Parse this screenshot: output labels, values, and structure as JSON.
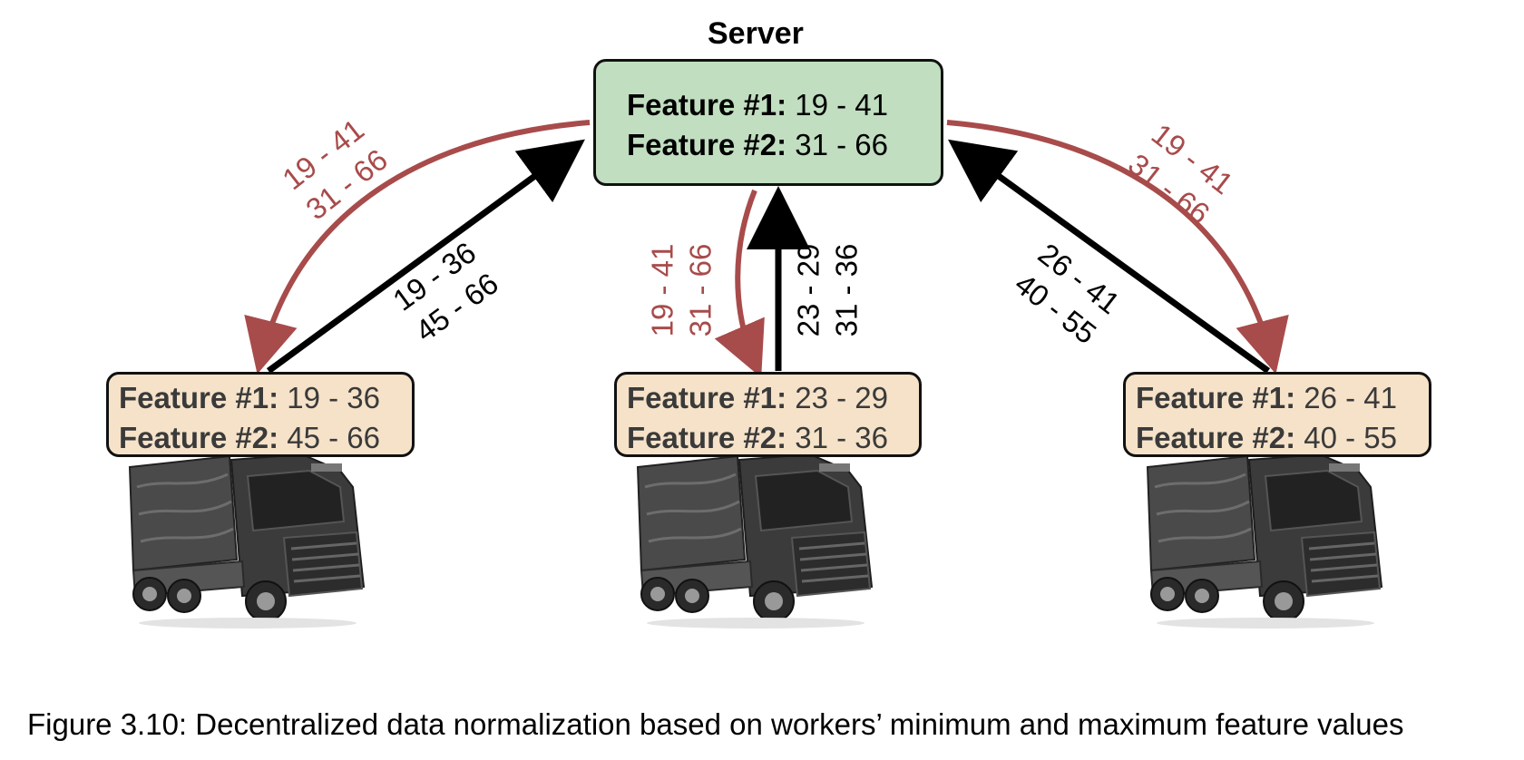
{
  "server": {
    "title": "Server",
    "features": [
      {
        "label": "Feature #1:",
        "range": "19 - 41"
      },
      {
        "label": "Feature #2:",
        "range": "31 - 66"
      }
    ]
  },
  "workers": [
    {
      "features": [
        {
          "label": "Feature #1:",
          "range": "19 - 36"
        },
        {
          "label": "Feature #2:",
          "range": "45 - 66"
        }
      ],
      "upload": [
        "19 - 36",
        "45 - 66"
      ],
      "download": [
        "19 - 41",
        "31 - 66"
      ]
    },
    {
      "features": [
        {
          "label": "Feature #1:",
          "range": "23 - 29"
        },
        {
          "label": "Feature #2:",
          "range": "31 - 36"
        }
      ],
      "upload": [
        "23 - 29",
        "31 - 36"
      ],
      "download": [
        "19 - 41",
        "31 - 66"
      ]
    },
    {
      "features": [
        {
          "label": "Feature #1:",
          "range": "26 - 41"
        },
        {
          "label": "Feature #2:",
          "range": "40 - 55"
        }
      ],
      "upload": [
        "26 - 41",
        "40 - 55"
      ],
      "download": [
        "19 - 41",
        "31 - 66"
      ]
    }
  ],
  "colors": {
    "server_box": "#c1dec0",
    "worker_box": "#f5e2c8",
    "download_arrow": "#a84b4b",
    "upload_arrow": "#000000"
  },
  "icons": {
    "worker": "truck-icon"
  },
  "caption": "Figure 3.10: Decentralized data normalization based on workers’ minimum and maximum feature values"
}
